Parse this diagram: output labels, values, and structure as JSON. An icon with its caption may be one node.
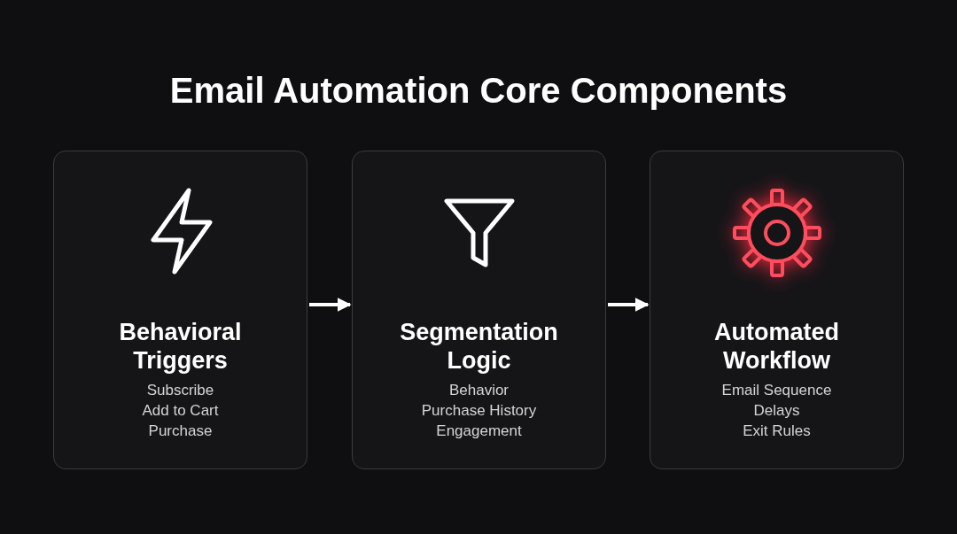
{
  "diagram": {
    "title": "Email Automation Core Components",
    "nodes": [
      {
        "text": [
          "Behavioral Triggers",
          "Subscribe",
          "Add to Cart",
          "Purchase"
        ]
      },
      {
        "text": [
          "Segmentation Logic",
          "Behavior",
          "Purchase History",
          "Engagement"
        ]
      },
      {
        "text": [
          "Automated Workflow",
          "Email Sequence",
          "Delays",
          "Exit Rules"
        ]
      }
    ],
    "edges": [
      {
        "from": 0,
        "to": 1,
        "arrow": "to"
      },
      {
        "from": 1,
        "to": 2,
        "arrow": "to"
      }
    ]
  }
}
